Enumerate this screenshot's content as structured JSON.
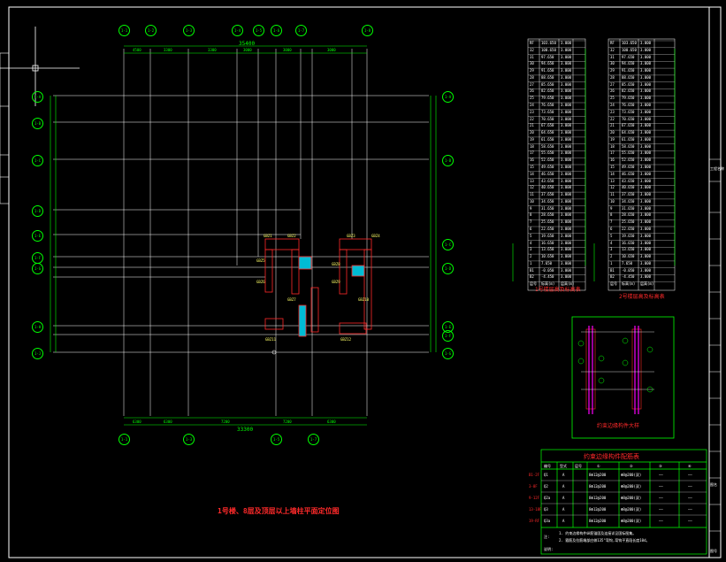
{
  "drawing": {
    "plan_caption": "1号楼、8层及顶层以上墙柱平面定位图",
    "level_table_caption": "1号楼层高及标高表",
    "level_table_caption_2": "2号楼层高及标高表",
    "detail_caption": "约束边缘构件大样",
    "rebar_table_title": "约束边缘构件配筋表"
  },
  "colors": {
    "background": "#000000",
    "grid": "#ffffff",
    "dims": "#00ff00",
    "accent": "#ff2a2a",
    "columns": "#ff2a2a",
    "bubbles": "#00ff00"
  },
  "top_axes": [
    "1-1",
    "1-2",
    "1-3",
    "1-4",
    "1-5",
    "1-6",
    "1-7",
    "1-8"
  ],
  "bottom_axes": [
    "1-1",
    "1-3",
    "1-5",
    "1-7"
  ],
  "left_axes": [
    "1-A",
    "1-B",
    "1-C",
    "1-D",
    "1-E",
    "1-F",
    "1-G",
    "1-H",
    "1-J"
  ],
  "right_axes": [
    "1-A",
    "1-B",
    "1-C",
    "1-D",
    "1-E",
    "1-F",
    "1-G",
    "1-H"
  ],
  "dims_top": [
    "4500",
    "3300",
    "3300",
    "3000",
    "3000",
    "3000"
  ],
  "dims_top_total": "35400",
  "dims_bottom": [
    "6300",
    "6300",
    "7200",
    "7200",
    "6300"
  ],
  "dims_bottom_total": "33300",
  "rebar_table": {
    "headers": [
      "编号",
      "型式",
      "层号",
      "①",
      "②",
      "③",
      "④"
    ],
    "rows": [
      {
        "id": "Q1",
        "type": "A",
        "floor": "B1-2F",
        "a": "8Φ12@200",
        "b": "Φ8@200(双)",
        "c": "——",
        "d": "——"
      },
      {
        "id": "Q2",
        "type": "A",
        "floor": "3-8F",
        "a": "8Φ12@200",
        "b": "Φ8@200(双)",
        "c": "——",
        "d": "——"
      },
      {
        "id": "Q2a",
        "type": "A",
        "floor": "9-12F",
        "a": "8Φ12@200",
        "b": "Φ8@200(双)",
        "c": "——",
        "d": "——"
      },
      {
        "id": "Q3",
        "type": "A",
        "floor": "13-18F",
        "a": "8Φ12@200",
        "b": "Φ8@200(双)",
        "c": "——",
        "d": "——"
      },
      {
        "id": "Q3a",
        "type": "A",
        "floor": "19-RF",
        "a": "8Φ12@200",
        "b": "Φ8@200(双)",
        "c": "——",
        "d": "——"
      }
    ],
    "notes": [
      "1. 约束边缘构件纵筋锚固及连接详见国标图集。",
      "2. 箍筋及拉筋端部应做135°弯钩,弯钩平直段长度10d。"
    ],
    "note_label": "注:",
    "footnote_label": "说明:"
  },
  "level_rows_left": [
    "RF",
    "32",
    "31",
    "30",
    "29",
    "28",
    "27",
    "26",
    "25",
    "24",
    "23",
    "22",
    "21",
    "20",
    "19",
    "18",
    "17",
    "16",
    "15",
    "14",
    "13",
    "12",
    "11",
    "10",
    "9",
    "8",
    "7",
    "6",
    "5",
    "4",
    "3",
    "2",
    "1",
    "B1",
    "B2"
  ],
  "level_rows_right": [
    "RF",
    "32",
    "31",
    "30",
    "29",
    "28",
    "27",
    "26",
    "25",
    "24",
    "23",
    "22",
    "21",
    "20",
    "19",
    "18",
    "17",
    "16",
    "15",
    "14",
    "13",
    "12",
    "11",
    "10",
    "9",
    "8",
    "7",
    "6",
    "5",
    "4",
    "3",
    "2",
    "1",
    "B1",
    "B2"
  ],
  "level_heights": [
    "103.650",
    "100.650",
    "97.650",
    "94.650",
    "91.650",
    "88.650",
    "85.650",
    "82.650",
    "79.650",
    "76.650",
    "73.650",
    "70.650",
    "67.650",
    "64.650",
    "61.650",
    "58.650",
    "55.650",
    "52.650",
    "49.650",
    "46.650",
    "43.650",
    "40.650",
    "37.650",
    "34.650",
    "31.650",
    "28.650",
    "25.650",
    "22.650",
    "19.650",
    "16.650",
    "13.650",
    "10.650",
    "7.650",
    "-0.050",
    "-4.450"
  ],
  "level_table_footer": [
    "层号",
    "标高(m)",
    "层高(m)"
  ],
  "title_block": {
    "label_1": "工程名称",
    "label_2": "图名",
    "label_3": "图号"
  }
}
